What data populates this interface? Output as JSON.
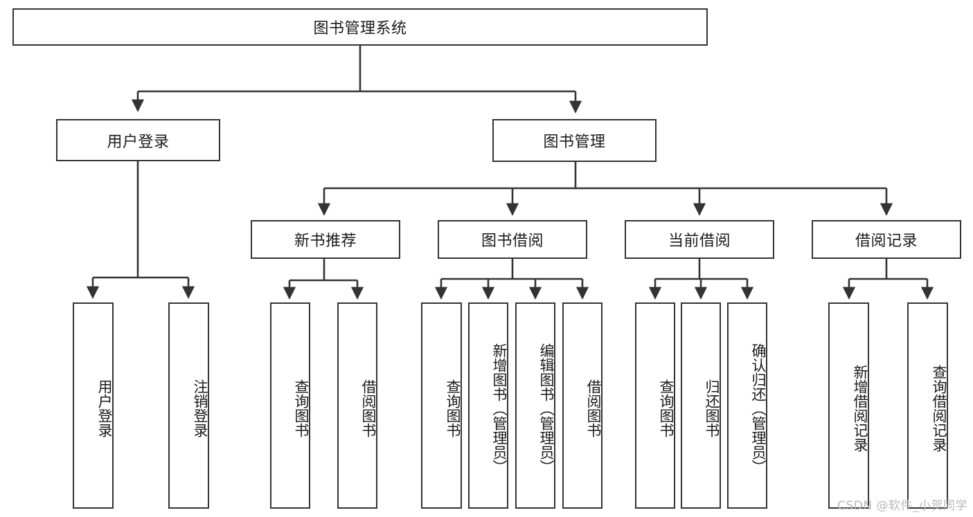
{
  "diagram": {
    "title": "图书管理系统",
    "type": "tree-hierarchy-chart",
    "root": {
      "label": "图书管理系统"
    },
    "level2": [
      {
        "label": "用户登录"
      },
      {
        "label": "图书管理"
      }
    ],
    "level3": [
      {
        "label": "新书推荐"
      },
      {
        "label": "图书借阅"
      },
      {
        "label": "当前借阅"
      },
      {
        "label": "借阅记录"
      }
    ],
    "leaves": {
      "user_login": [
        {
          "label": "用户登录"
        },
        {
          "label": "注销登录"
        }
      ],
      "new_book_recommend": [
        {
          "label": "查询图书"
        },
        {
          "label": "借阅图书"
        }
      ],
      "book_borrow": [
        {
          "label": "查询图书"
        },
        {
          "label": "新增图书（管理员）"
        },
        {
          "label": "编辑图书（管理员）"
        },
        {
          "label": "借阅图书"
        }
      ],
      "current_borrow": [
        {
          "label": "查询图书"
        },
        {
          "label": "归还图书"
        },
        {
          "label": "确认归还（管理员）"
        }
      ],
      "borrow_record": [
        {
          "label": "新增借阅记录"
        },
        {
          "label": "查询借阅记录"
        }
      ]
    }
  },
  "watermark": {
    "text": "CSDN @软件_小贺同学"
  },
  "colors": {
    "border": "#333333",
    "text": "#1a1a1a",
    "background": "#ffffff",
    "watermark": "#b9b9b9"
  }
}
